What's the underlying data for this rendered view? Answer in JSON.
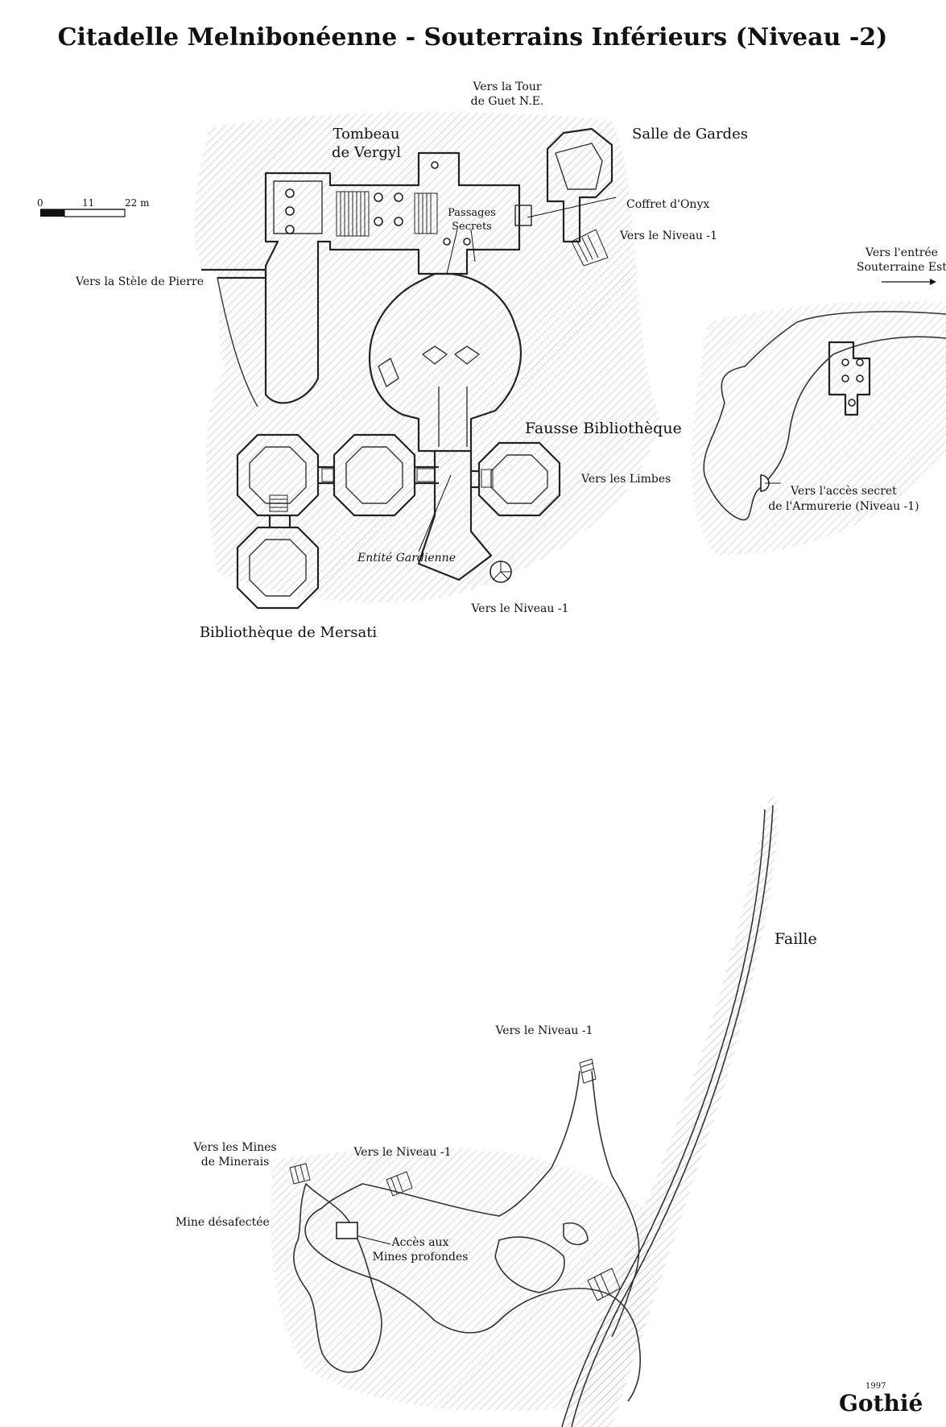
{
  "title": "Citadelle Melniboneenne - Souterrains Inferieurs (Niveau -2)",
  "title_display": "Citadelle Melnibonéenne - Souterrains Inférieurs (Niveau -2)",
  "scale_bar": {
    "ticks": [
      "0",
      "11",
      "22 m"
    ]
  },
  "colors": {
    "ink": "#111111",
    "hatch": "#9a9a9a",
    "paper": "#ffffff"
  },
  "labels": {
    "tour_guet": [
      "Vers la Tour",
      "de Guet N.E."
    ],
    "tombeau": [
      "Tombeau",
      "de Vergyl"
    ],
    "salle_gardes": "Salle de Gardes",
    "coffret": "Coffret d'Onyx",
    "passages": [
      "Passages",
      "Secrets"
    ],
    "vers_niveau_ne": "Vers le Niveau -1",
    "vers_stele": "Vers la Stèle de Pierre",
    "entree_est": [
      "Vers l'entrée",
      "Souterraine Est"
    ],
    "fausse_biblio": "Fausse Bibliothèque",
    "vers_limbes": "Vers les Limbes",
    "acces_secret": [
      "Vers l'accès secret",
      "de l'Armurerie (Niveau -1)"
    ],
    "entite": "Entité Gardienne",
    "vers_niveau_s": "Vers le Niveau -1",
    "biblio_mersati": "Bibliothèque de Mersati",
    "faille": "Faille",
    "vers_niveau_mid": "Vers le Niveau -1",
    "vers_mines": [
      "Vers les Mines",
      "de Minerais"
    ],
    "vers_niveau_low": "Vers le Niveau -1",
    "mine_desaf": "Mine désafectée",
    "acces_mines": [
      "Accès aux",
      "Mines profondes"
    ],
    "signature": "Gothié",
    "signature_year": "1997"
  }
}
